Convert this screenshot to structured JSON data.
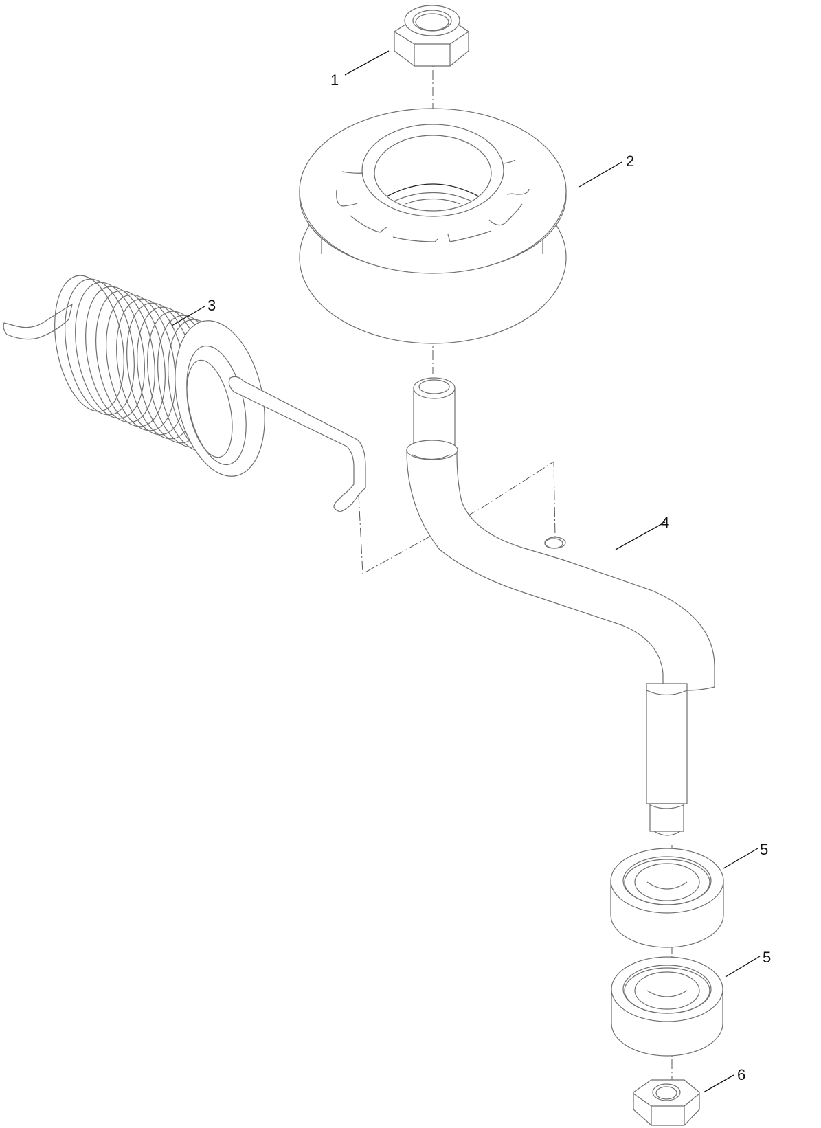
{
  "diagram": {
    "type": "exploded-parts-view",
    "line_color": "#6e6e6e",
    "label_color": "#111111",
    "callouts": [
      {
        "id": "1",
        "label": "1",
        "part": "locknut-top"
      },
      {
        "id": "2",
        "label": "2",
        "part": "idler-pulley"
      },
      {
        "id": "3",
        "label": "3",
        "part": "extension-spring"
      },
      {
        "id": "4",
        "label": "4",
        "part": "idler-arm"
      },
      {
        "id": "5a",
        "label": "5",
        "part": "bearing-upper"
      },
      {
        "id": "5b",
        "label": "5",
        "part": "bearing-lower"
      },
      {
        "id": "6",
        "label": "6",
        "part": "locknut-bottom"
      }
    ]
  }
}
